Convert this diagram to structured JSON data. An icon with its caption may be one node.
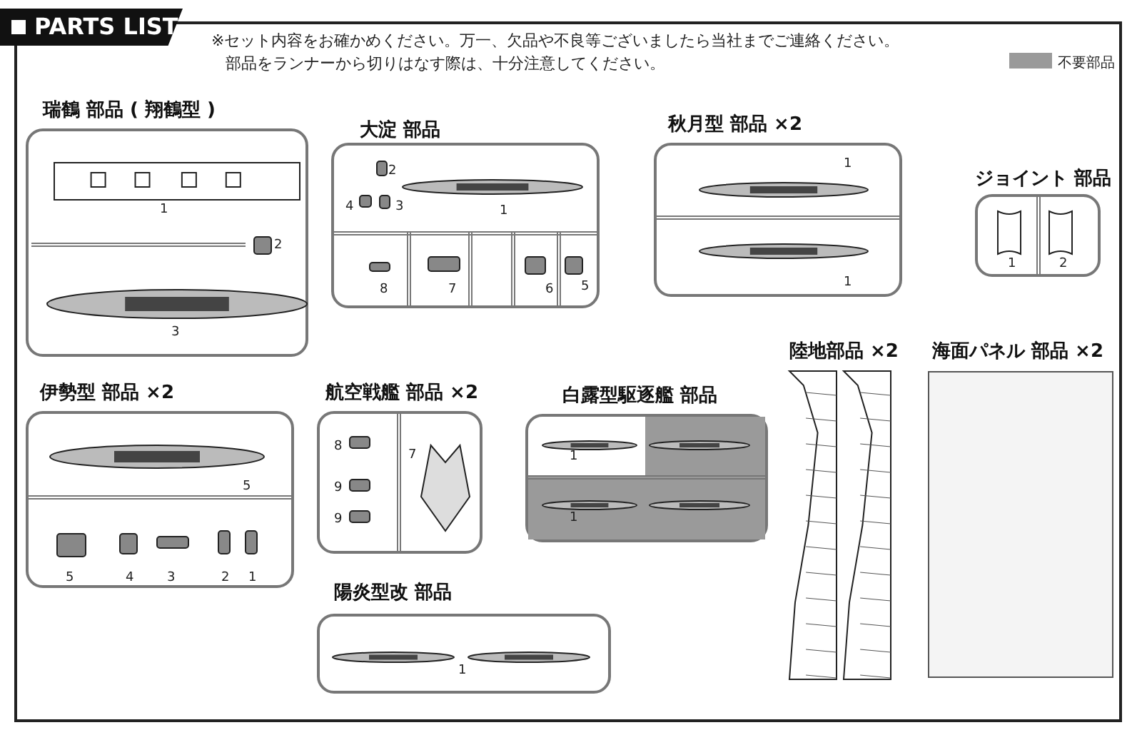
{
  "diagram": {
    "title": "PARTS LIST",
    "nodes": [
      {
        "text": [
          "瑞鶴 部品 ( 翔鶴型 )",
          "1",
          "2",
          "3"
        ]
      },
      {
        "text": [
          "大淀 部品",
          "2",
          "1",
          "4",
          "3",
          "8",
          "7",
          "6",
          "5"
        ]
      },
      {
        "text": [
          "秋月型 部品 ×2",
          "1",
          "1"
        ]
      },
      {
        "text": [
          "ジョイント 部品",
          "1",
          "2"
        ]
      },
      {
        "text": [
          "伊勢型 部品 ×2",
          "5",
          "5",
          "4",
          "3",
          "2",
          "1"
        ]
      },
      {
        "text": [
          "航空戦艦 部品 ×2",
          "8",
          "7",
          "9",
          "9"
        ]
      },
      {
        "text": [
          "白露型駆逐艦 部品",
          "1",
          "1"
        ]
      },
      {
        "text": [
          "陽炎型改 部品",
          "1"
        ]
      },
      {
        "text": [
          "陸地部品 ×2"
        ]
      },
      {
        "text": [
          "海面パネル 部品 ×2"
        ]
      }
    ],
    "labels": [
      "※セット内容をお確かめください。万一、欠品や不良等ございましたら当社までご連絡ください。",
      "部品をランナーから切りはなす際は、十分注意してください。"
    ],
    "legend": [
      {
        "text": "不要部品",
        "color": "#9a9a9a"
      }
    ]
  }
}
